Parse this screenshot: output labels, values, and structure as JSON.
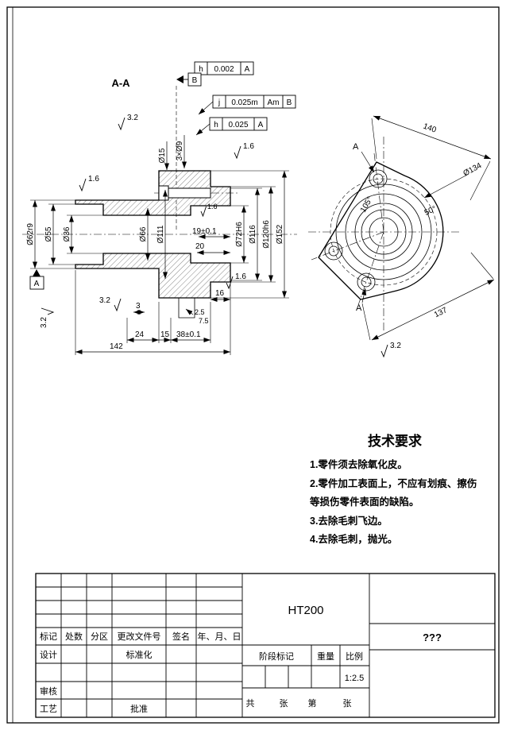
{
  "section_view": {
    "label": "A-A",
    "gdt": {
      "f1": {
        "sym": "h",
        "val": "0.002",
        "ref": "A"
      },
      "f2": {
        "sym": "j",
        "val": "0.025m",
        "ref1": "Am",
        "ref2": "B"
      },
      "f3": {
        "sym": "h",
        "val": "0.025",
        "ref": "A"
      }
    },
    "datum_a": "A",
    "datum_b": "B",
    "roughness": {
      "fine": "1.6",
      "coarse": "3.2"
    },
    "dims": {
      "hub_od": "Ø62r9",
      "counterbore": "Ø55",
      "bore": "Ø36",
      "spotface": "Ø15",
      "bolt_holes": "3×Ø9",
      "step": "Ø66",
      "bolt_circle": "Ø111",
      "flange_bore": "Ø72H6",
      "recess": "Ø116",
      "spigot": "Ø120h6",
      "flange_od": "Ø152",
      "depth19": "19±0.1",
      "len20": "20",
      "len16": "16",
      "len3": "3",
      "len25": "2.5",
      "len75": "7.5",
      "len24": "24",
      "len15": "15",
      "len38": "38±0.1",
      "len142": "142"
    }
  },
  "front_view": {
    "datum_label": "A",
    "roughness": "3.2",
    "dims": {
      "span140": "140",
      "bolt_circle": "Ø134",
      "angle105": "105°",
      "angle50": "50°",
      "span137": "137"
    }
  },
  "tech_req": {
    "title": "技术要求",
    "lines": [
      "1.零件须去除氧化皮。",
      "2.零件加工表面上，不应有划痕、擦伤",
      "等损伤零件表面的缺陷。",
      "3.去除毛刺飞边。",
      "4.去除毛刺，抛光。"
    ]
  },
  "title_block": {
    "material": "HT200",
    "part_name": "???",
    "scale": "1:2.5",
    "headers": {
      "mark": "标记",
      "count": "处数",
      "zone": "分区",
      "doc": "更改文件号",
      "sign": "签名",
      "date": "年、月、日"
    },
    "roles": {
      "design": "设计",
      "standard": "标准化",
      "check": "审核",
      "process": "工艺",
      "approve": "批准"
    },
    "stage": {
      "mark": "阶段标记",
      "weight": "重量",
      "scale_label": "比例"
    },
    "sheets": {
      "total": "共",
      "sheet_a": "张",
      "page": "第",
      "sheet_b": "张"
    }
  }
}
